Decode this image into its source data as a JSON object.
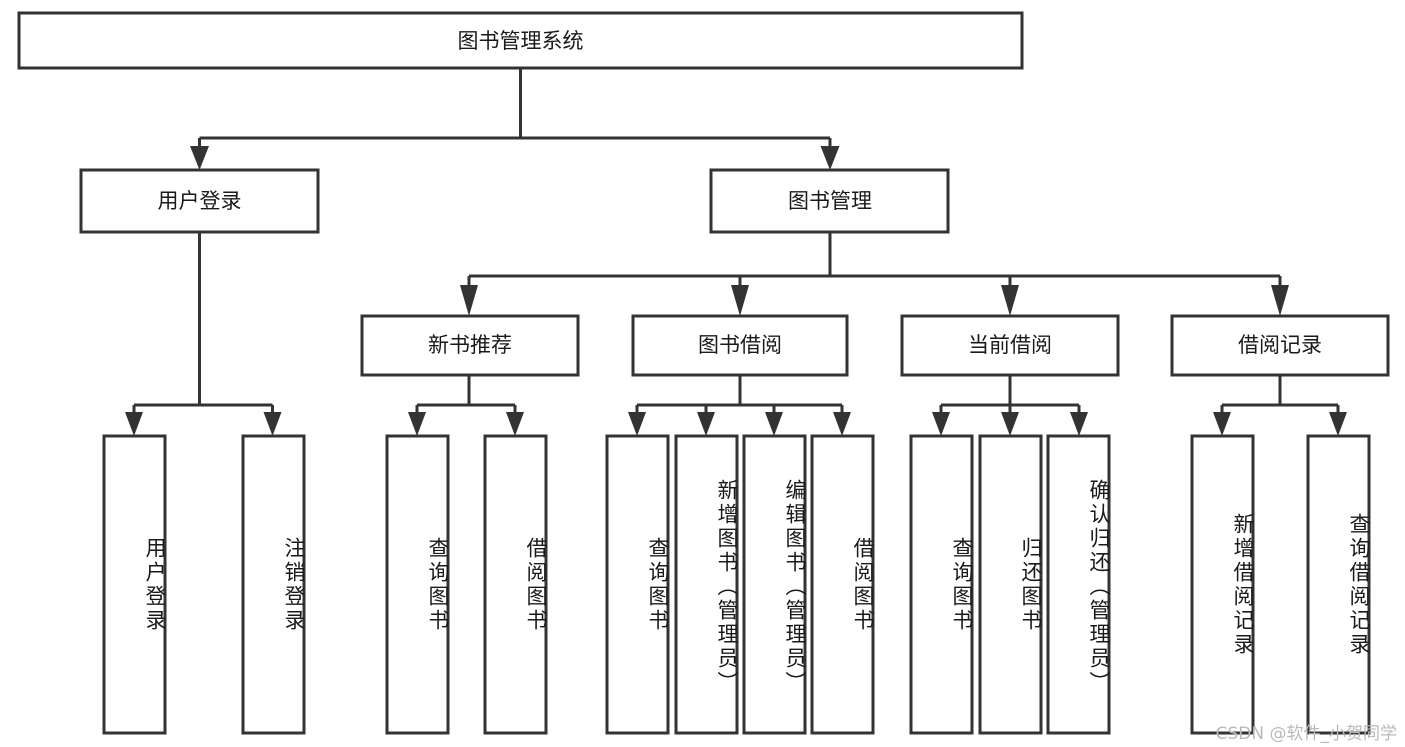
{
  "diagram": {
    "title": "图书管理系统",
    "watermark": "CSDN @软件_小贺同学",
    "type": "tree-hierarchy-diagram",
    "colors": {
      "box_fill": "#ffffff",
      "box_stroke": "#333333",
      "text": "#1a1a1a",
      "background": "#ffffff",
      "watermark": "#b9b9b9"
    },
    "root": {
      "label": "图书管理系统"
    },
    "level2": [
      {
        "label": "用户登录"
      },
      {
        "label": "图书管理"
      }
    ],
    "level3": [
      {
        "label": "新书推荐"
      },
      {
        "label": "图书借阅"
      },
      {
        "label": "当前借阅"
      },
      {
        "label": "借阅记录"
      }
    ],
    "leaves": {
      "user_login": [
        {
          "label": "用户登录"
        },
        {
          "label": "注销登录"
        }
      ],
      "new_book_recommend": [
        {
          "label": "查询图书"
        },
        {
          "label": "借阅图书"
        }
      ],
      "book_borrow": [
        {
          "label": "查询图书"
        },
        {
          "label": "新增图书（管理员）"
        },
        {
          "label": "编辑图书（管理员）"
        },
        {
          "label": "借阅图书"
        }
      ],
      "current_borrow": [
        {
          "label": "查询图书"
        },
        {
          "label": "归还图书"
        },
        {
          "label": "确认归还（管理员）"
        }
      ],
      "borrow_record": [
        {
          "label": "新增借阅记录"
        },
        {
          "label": "查询借阅记录"
        }
      ]
    }
  }
}
